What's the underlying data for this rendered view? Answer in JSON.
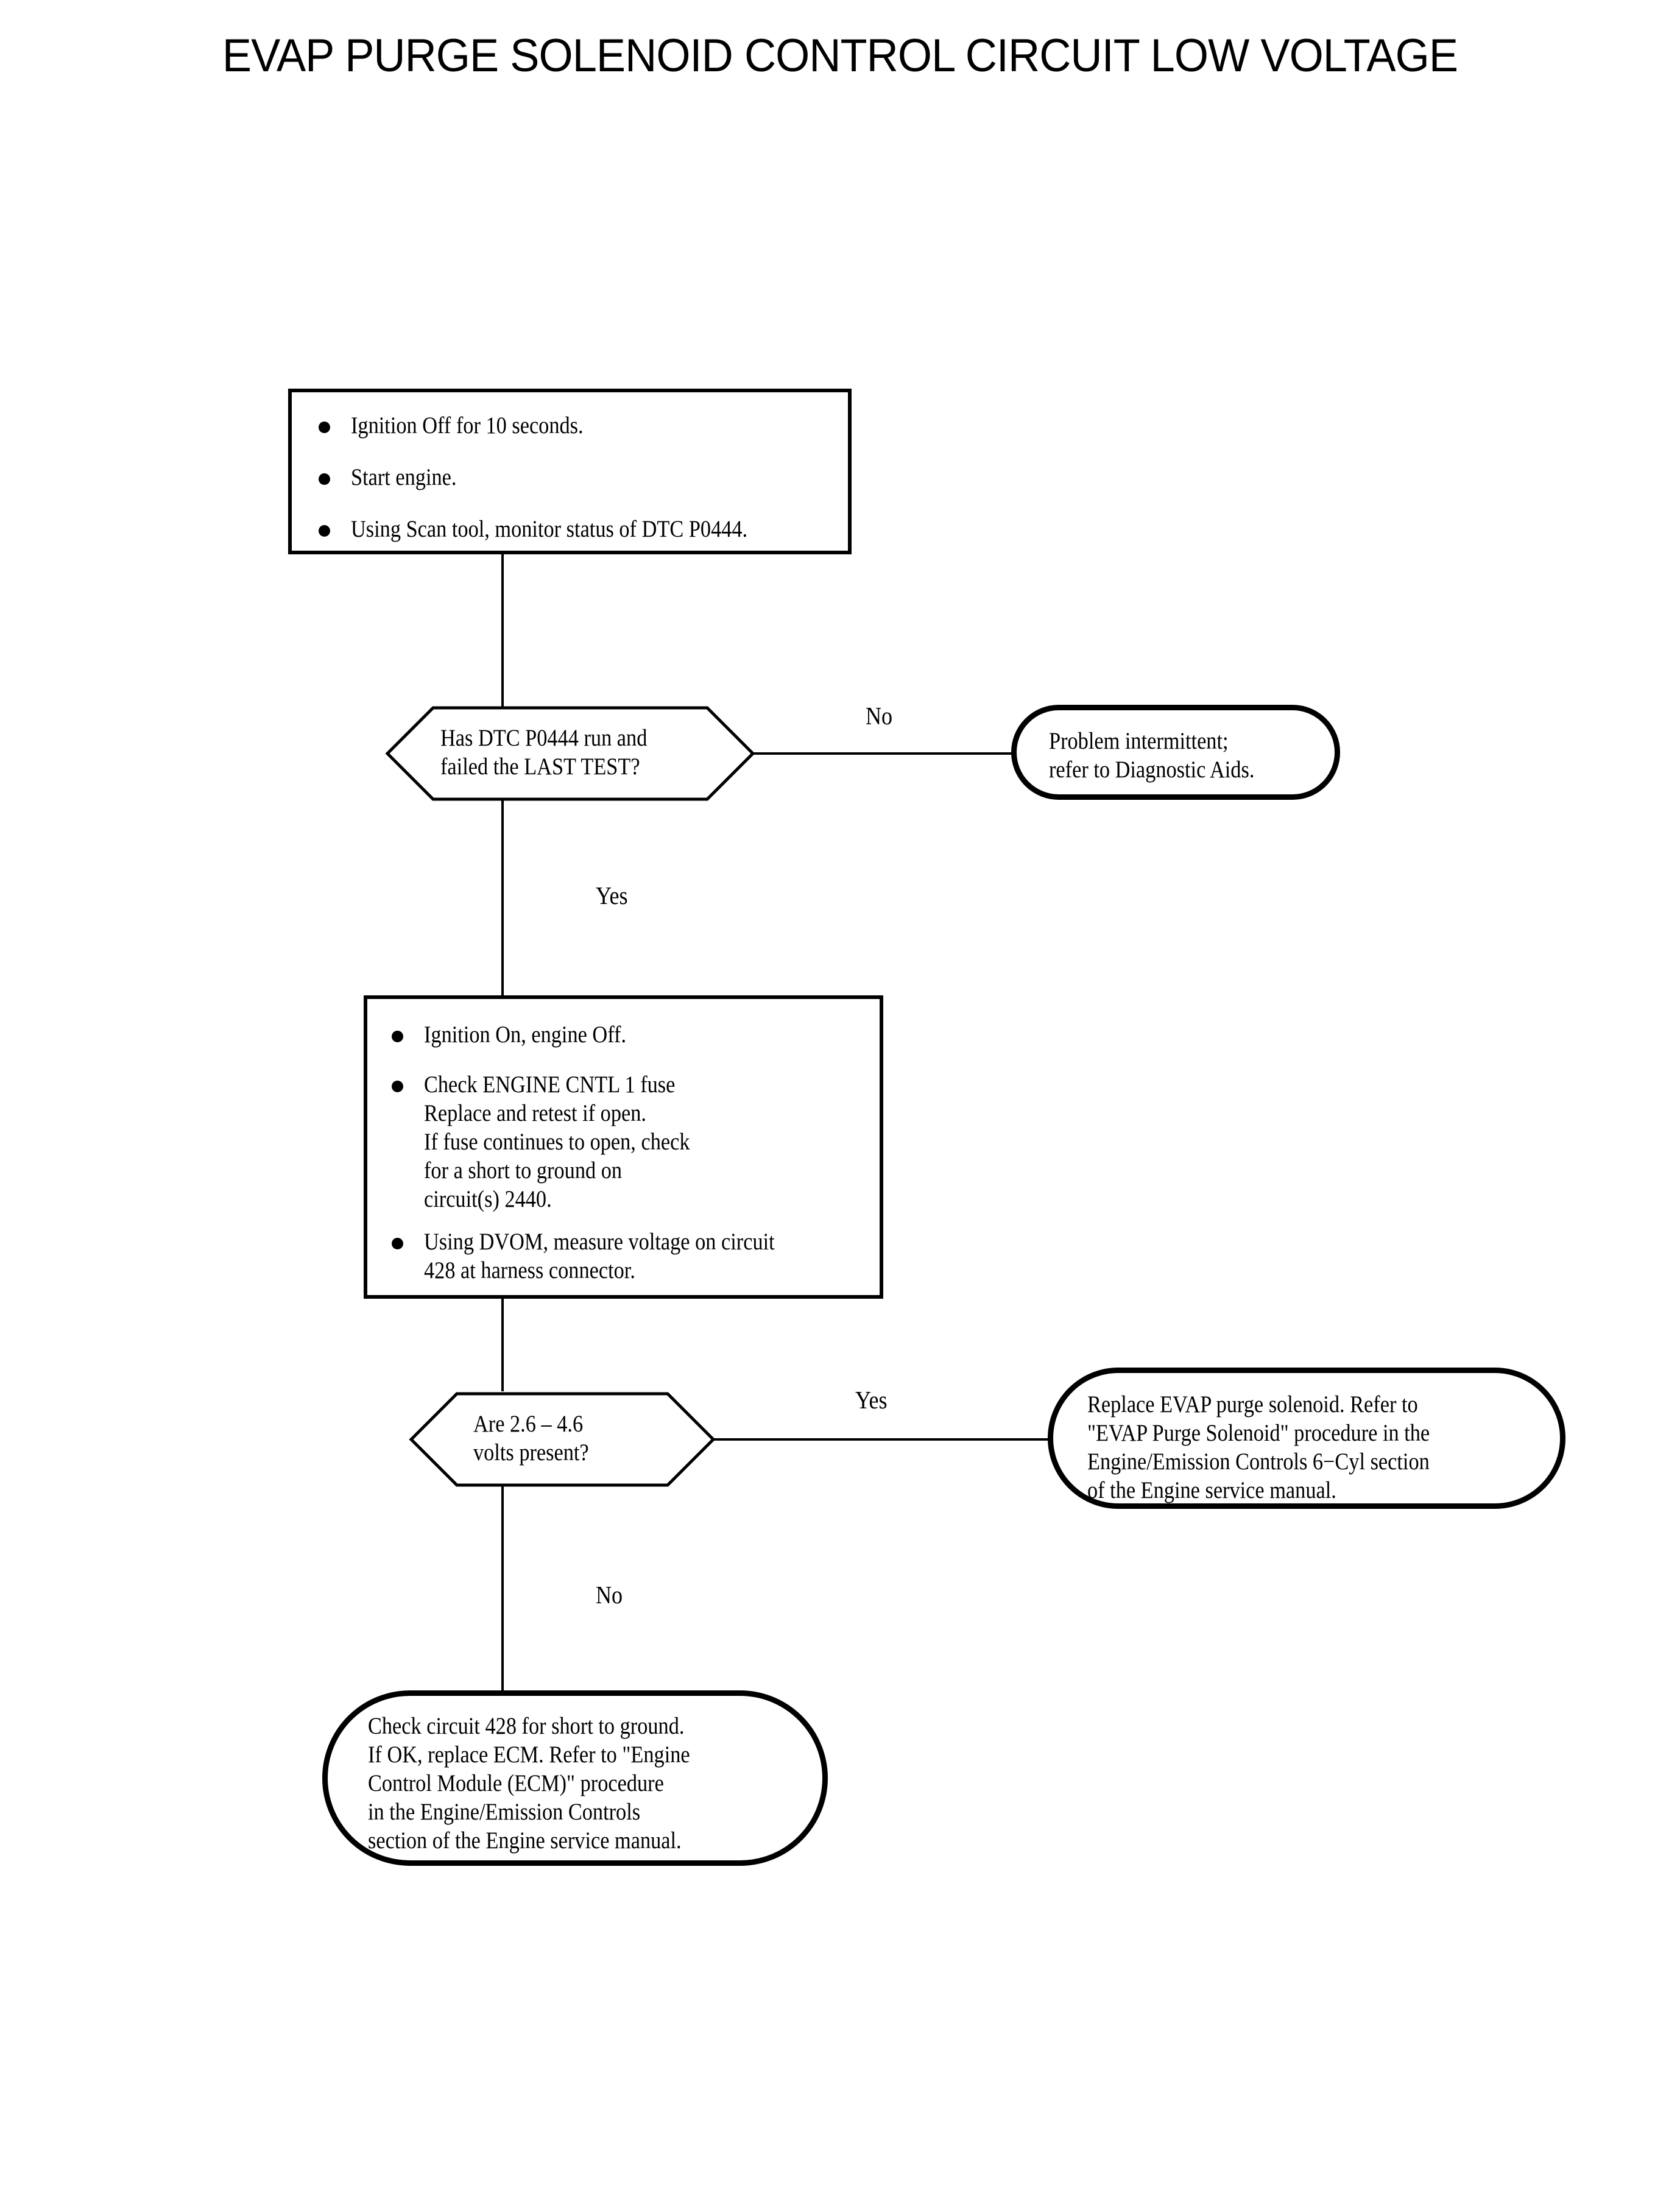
{
  "title": "EVAP PURGE SOLENOID CONTROL CIRCUIT LOW VOLTAGE",
  "diagram": {
    "type": "flowchart",
    "orientation": "top-to-bottom",
    "nodes": [
      {
        "id": "step1",
        "shape": "process-rectangle",
        "bullets": [
          "Ignition Off for 10 seconds.",
          "Start engine.",
          "Using Scan tool, monitor status of DTC P0444."
        ]
      },
      {
        "id": "decision1",
        "shape": "decision-hexagon",
        "line1": "Has DTC P0444 run and",
        "line2": "failed the LAST TEST?"
      },
      {
        "id": "result1",
        "shape": "terminator-rounded",
        "line1": "Problem intermittent;",
        "line2": "refer to Diagnostic Aids."
      },
      {
        "id": "step2",
        "shape": "process-rectangle",
        "bullets": [
          "Ignition On, engine Off.",
          "Check ENGINE CNTL 1 fuse\nReplace and retest if open.\nIf fuse continues to open, check\nfor a short to ground on\ncircuit(s) 2440.",
          "Using DVOM, measure voltage on circuit\n428 at harness connector."
        ]
      },
      {
        "id": "decision2",
        "shape": "decision-hexagon",
        "line1": "Are 2.6 – 4.6",
        "line2": "volts present?"
      },
      {
        "id": "result2",
        "shape": "terminator-rounded",
        "line1": "Replace EVAP purge solenoid. Refer to",
        "line2": "\"EVAP Purge Solenoid\" procedure in the",
        "line3": "Engine/Emission Controls 6−Cyl section",
        "line4": "of the Engine service manual."
      },
      {
        "id": "result3",
        "shape": "terminator-rounded",
        "line1": "Check circuit 428 for short to ground.",
        "line2": "If OK, replace ECM. Refer to \"Engine",
        "line3": "Control Module (ECM)\" procedure",
        "line4": "in the Engine/Emission Controls",
        "line5": "section of the Engine service manual."
      }
    ],
    "edges": [
      {
        "id": "e1",
        "from": "step1",
        "to": "decision1",
        "label": ""
      },
      {
        "id": "e2",
        "from": "decision1",
        "to": "result1",
        "label": "No"
      },
      {
        "id": "e3",
        "from": "decision1",
        "to": "step2",
        "label": "Yes"
      },
      {
        "id": "e4",
        "from": "step2",
        "to": "decision2",
        "label": ""
      },
      {
        "id": "e5",
        "from": "decision2",
        "to": "result2",
        "label": "Yes"
      },
      {
        "id": "e6",
        "from": "decision2",
        "to": "result3",
        "label": "No"
      }
    ]
  },
  "colors": {
    "stroke": "#000000",
    "background": "#ffffff",
    "text": "#000000"
  }
}
